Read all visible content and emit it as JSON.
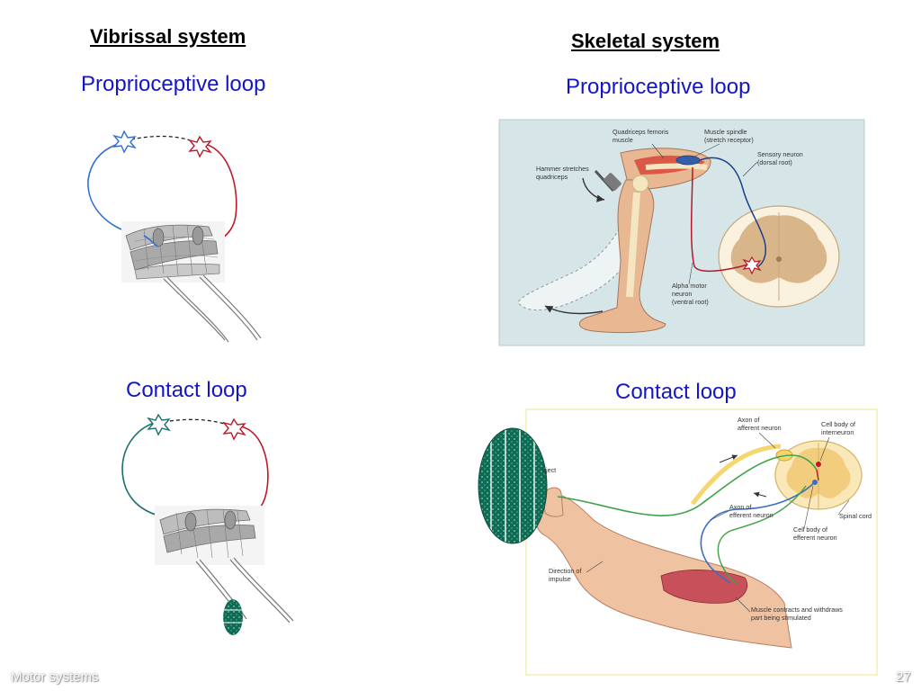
{
  "left": {
    "heading": "Vibrissal system",
    "proprioceptive_title": "Proprioceptive loop",
    "contact_title": "Contact loop"
  },
  "right": {
    "heading": "Skeletal system",
    "proprioceptive_title": "Proprioceptive loop",
    "contact_title": "Contact loop",
    "reflex_figure": {
      "labels": {
        "quadriceps_line1": "Quadriceps femoris",
        "quadriceps_line2": "muscle",
        "spindle_line1": "Muscle spindle",
        "spindle_line2": "(stretch receptor)",
        "sensory_line1": "Sensory neuron",
        "sensory_line2": "(dorsal root)",
        "hammer_line1": "Hammer stretches",
        "hammer_line2": "quadriceps",
        "alpha_line1": "Alpha motor",
        "alpha_line2": "neuron",
        "alpha_line3": "(ventral root)"
      },
      "colors": {
        "background": "#d6e6e8",
        "sensory": "#1c3f8c",
        "motor": "#b4182a"
      }
    },
    "withdrawal_figure": {
      "labels": {
        "afferent_line1": "Axon of",
        "afferent_line2": "afferent neuron",
        "interneuron_line1": "Cell body of",
        "interneuron_line2": "interneuron",
        "object": "bject",
        "efferent_axon_line1": "Axon of",
        "efferent_axon_line2": "efferent neuron",
        "spinal_cord": "Spinal cord",
        "efferent_body_line1": "Cell body of",
        "efferent_body_line2": "efferent neuron",
        "direction_line1": "Direction of",
        "direction_line2": "impulse",
        "contracts_line1": "Muscle contracts and withdraws",
        "contracts_line2": "part being stimulated"
      }
    }
  },
  "colors": {
    "title_blue": "#1515c8",
    "sensory_blue": "#2f6fd0",
    "motor_red": "#c0182a",
    "teal": "#1b6f6f",
    "object_green": "#0f6b55"
  },
  "footer": {
    "left": "Motor systems",
    "page_number": "27"
  }
}
